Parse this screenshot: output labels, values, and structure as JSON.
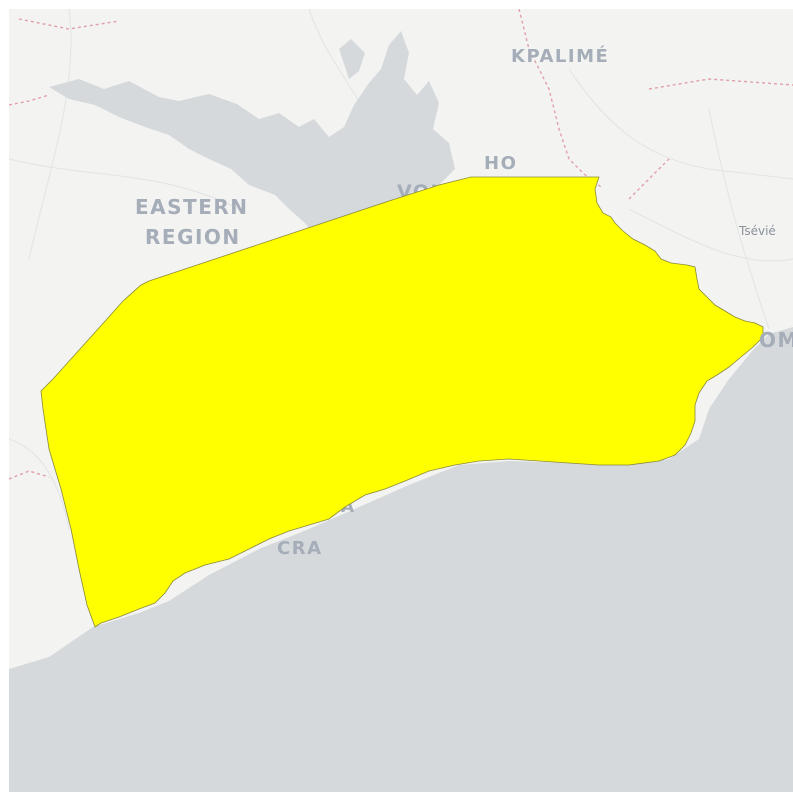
{
  "map": {
    "colors": {
      "land": "#f3f3f2",
      "water": "#d5d9dc",
      "highlight_fill": "#ffff00",
      "highlight_stroke": "#8a8a3a",
      "border": "#e0a0a8",
      "label": "#a5adb8"
    },
    "labels": {
      "kpalime": "KPALIMÉ",
      "ho": "HO",
      "eastern_line1": "EASTERN",
      "eastern_line2": "REGION",
      "volta": "VOL",
      "tsevie": "Tsévié",
      "lome_partial": "OM",
      "accra_fragment1": "A",
      "accra_fragment2": "CRA"
    },
    "highlighted_region": {
      "fill": "#ffff00"
    }
  }
}
